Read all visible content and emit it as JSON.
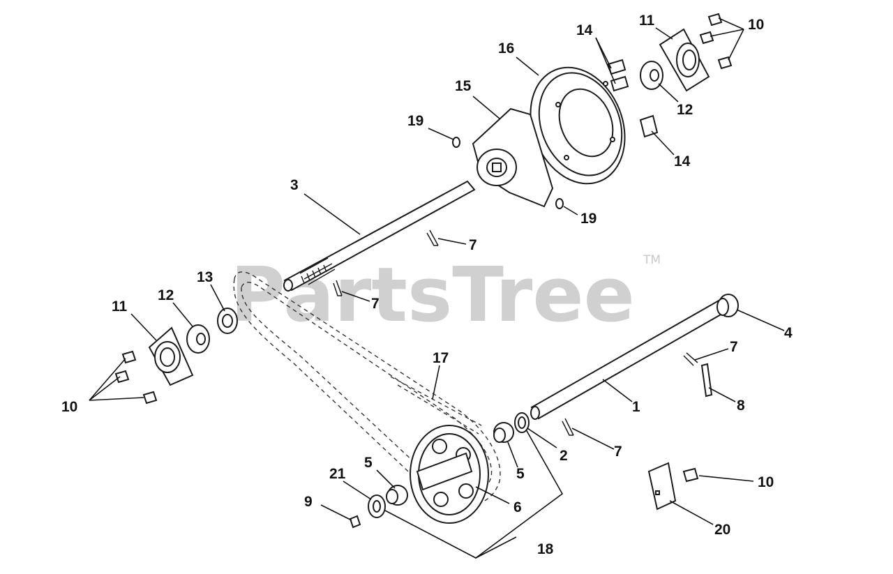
{
  "watermark": {
    "text": "PartsTree",
    "trademark": "TM"
  },
  "callouts": [
    {
      "id": "c1",
      "text": "1"
    },
    {
      "id": "c2",
      "text": "2"
    },
    {
      "id": "c3",
      "text": "3"
    },
    {
      "id": "c4",
      "text": "4"
    },
    {
      "id": "c5a",
      "text": "5"
    },
    {
      "id": "c5b",
      "text": "5"
    },
    {
      "id": "c6",
      "text": "6"
    },
    {
      "id": "c7a",
      "text": "7"
    },
    {
      "id": "c7b",
      "text": "7"
    },
    {
      "id": "c7c",
      "text": "7"
    },
    {
      "id": "c7d",
      "text": "7"
    },
    {
      "id": "c8",
      "text": "8"
    },
    {
      "id": "c9",
      "text": "9"
    },
    {
      "id": "c10a",
      "text": "10"
    },
    {
      "id": "c10b",
      "text": "10"
    },
    {
      "id": "c10c",
      "text": "10"
    },
    {
      "id": "c11a",
      "text": "11"
    },
    {
      "id": "c11b",
      "text": "11"
    },
    {
      "id": "c12a",
      "text": "12"
    },
    {
      "id": "c12b",
      "text": "12"
    },
    {
      "id": "c13",
      "text": "13"
    },
    {
      "id": "c14a",
      "text": "14"
    },
    {
      "id": "c14b",
      "text": "14"
    },
    {
      "id": "c15",
      "text": "15"
    },
    {
      "id": "c16",
      "text": "16"
    },
    {
      "id": "c17",
      "text": "17"
    },
    {
      "id": "c18",
      "text": "18"
    },
    {
      "id": "c19a",
      "text": "19"
    },
    {
      "id": "c19b",
      "text": "19"
    },
    {
      "id": "c20",
      "text": "20"
    },
    {
      "id": "c21",
      "text": "21"
    }
  ]
}
